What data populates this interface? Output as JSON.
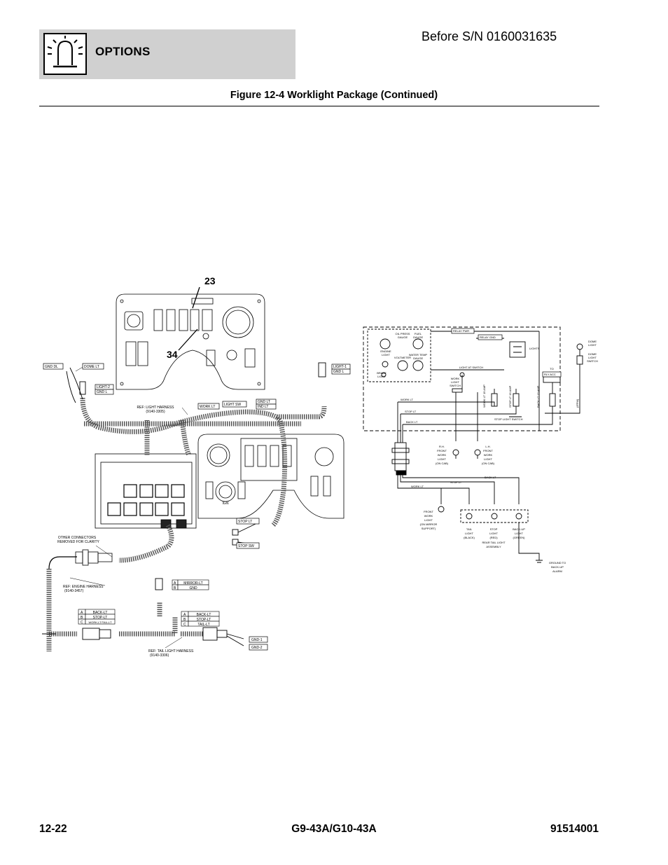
{
  "header": {
    "section_title": "OPTIONS",
    "serial_note": "Before S/N 0160031635",
    "figure_title": "Figure 12-4 Worklight Package (Continued)"
  },
  "footer": {
    "page_number": "12-22",
    "model": "G9-43A/G10-43A",
    "publication_number": "91514001"
  },
  "callouts": [
    "23",
    "34"
  ],
  "harness_labels": {
    "gnd_dl": "GND DL",
    "dome_lt": "DOME LT",
    "light2": "LIGHT-2",
    "gnd_l_left": "GND L",
    "light1": "LIGHT-1",
    "gnd_l_right": "GND L",
    "ref_light_harness": "REF: LIGHT HARNESS",
    "ref_light_harness_pn": "(9140-3305)",
    "work_lt": "WORK LT",
    "light_sw": "LIGHT SW",
    "gnd_lt": "GND LT",
    "ind_lt": "IND LT",
    "ign": "IGN",
    "stop_lt": "STOP LT",
    "stop_sw": "STOP SW",
    "other_connectors_1": "OTHER CONNECTORS",
    "other_connectors_2": "REMOVED FOR CLARITY",
    "ref_engine_harness": "REF: ENGINE HARNESS",
    "ref_engine_harness_pn": "(9140-3457)",
    "ref_tail_harness": "REF: TAIL LIGHT HARNESS",
    "ref_tail_harness_pn": "(9140-3306)",
    "gnd1": "GND-1",
    "gnd2": "GND-2"
  },
  "connector_tables": {
    "mirror": [
      [
        "A",
        "MIRROR-LT"
      ],
      [
        "B",
        "GND"
      ]
    ],
    "left_tail": [
      [
        "A",
        "BACK-LT"
      ],
      [
        "B",
        "STOP-LT"
      ],
      [
        "C",
        "WORK-LT/TAIL-LT"
      ]
    ],
    "right_tail": [
      [
        "A",
        "BACK-LT"
      ],
      [
        "B",
        "STOP-LT"
      ],
      [
        "C",
        "TAIL-LT"
      ]
    ]
  },
  "schematic_labels": {
    "oil_press_gauge": [
      "OIL PRESS",
      "GAUGE"
    ],
    "fuel_gauge": [
      "FUEL",
      "GAUGE"
    ],
    "engine_light": [
      "ENGINE",
      "LIGHT"
    ],
    "voltmeter": "VOLTMETER",
    "water_temp_gauge": [
      "WATER TEMP",
      "GAUGE"
    ],
    "brake_light": [
      "BRAKE",
      "LIGHT"
    ],
    "relay_pwr": "RELAY PWR",
    "relay_gnd": "RELAY GND",
    "lights": "LIGHTS",
    "dome_light": [
      "DOME",
      "LIGHT"
    ],
    "dome_light_switch": [
      "DOME",
      "LIGHT",
      "SWITCH"
    ],
    "light_at_switch": "LIGHT AT SWITCH",
    "to": "TO",
    "rly_acc": "RLY ACC",
    "work_light_switch": [
      "WORK",
      "LIGHT",
      "SWITCH"
    ],
    "work_lt_15a": "WORK LT 15 AMP",
    "stop_lt_15a": "STOP LT 15 AMP",
    "back_lt_15a": "BACK LT 15 AMP",
    "ifpm": "(IFPM)",
    "work_lt": "WORK LT",
    "stop_lt": "STOP LT",
    "back_lt": "BACK LT",
    "stop_light_switch": "STOP LIGHT SWITCH",
    "rh_front_work_light": [
      "R.H.",
      "FRONT",
      "WORK",
      "LIGHT",
      "(ON CAB)"
    ],
    "lh_front_work_light": [
      "L.H.",
      "FRONT",
      "WORK",
      "LIGHT",
      "(ON CAB)"
    ],
    "back_lt_lower": "BACK LT",
    "stop_lt_lower": "STOP LT",
    "work_lt_lower": "WORK LT",
    "front_work_light": [
      "FRONT",
      "WORK",
      "LIGHT",
      "(ON MIRROR",
      "SUPPORT)"
    ],
    "tail_light": [
      "TAIL",
      "LIGHT",
      "(BLACK)"
    ],
    "stop_light": [
      "STOP",
      "LIGHT",
      "(RED)"
    ],
    "backup_light": [
      "BACK-UP",
      "LIGHT",
      "(GREEN)"
    ],
    "rear_tail_light_assembly": [
      "REAR TAIL LIGHT",
      "ASSEMBLY"
    ],
    "ground_to_backup_alarm": [
      "GROUND TO",
      "BACK-UP",
      "ALARM"
    ]
  }
}
